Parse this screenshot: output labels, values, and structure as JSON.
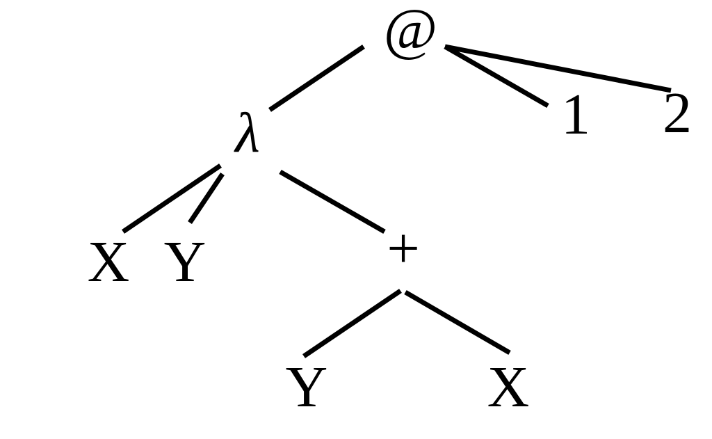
{
  "diagram": {
    "colors": {
      "background": "#ffffff",
      "stroke": "#000000",
      "text": "#000000"
    },
    "nodes": {
      "root": {
        "label": "@"
      },
      "lambda": {
        "label": "λ"
      },
      "arg1": {
        "label": "1"
      },
      "arg2": {
        "label": "2"
      },
      "param_x": {
        "label": "X"
      },
      "param_y": {
        "label": "Y"
      },
      "plus": {
        "label": "+"
      },
      "body_y": {
        "label": "Y"
      },
      "body_x": {
        "label": "X"
      }
    },
    "edges": [
      {
        "from": "root",
        "to": "lambda"
      },
      {
        "from": "root",
        "to": "arg1"
      },
      {
        "from": "root",
        "to": "arg2"
      },
      {
        "from": "lambda",
        "to": "param_x"
      },
      {
        "from": "lambda",
        "to": "param_y"
      },
      {
        "from": "lambda",
        "to": "plus"
      },
      {
        "from": "plus",
        "to": "body_y"
      },
      {
        "from": "plus",
        "to": "body_x"
      }
    ]
  }
}
